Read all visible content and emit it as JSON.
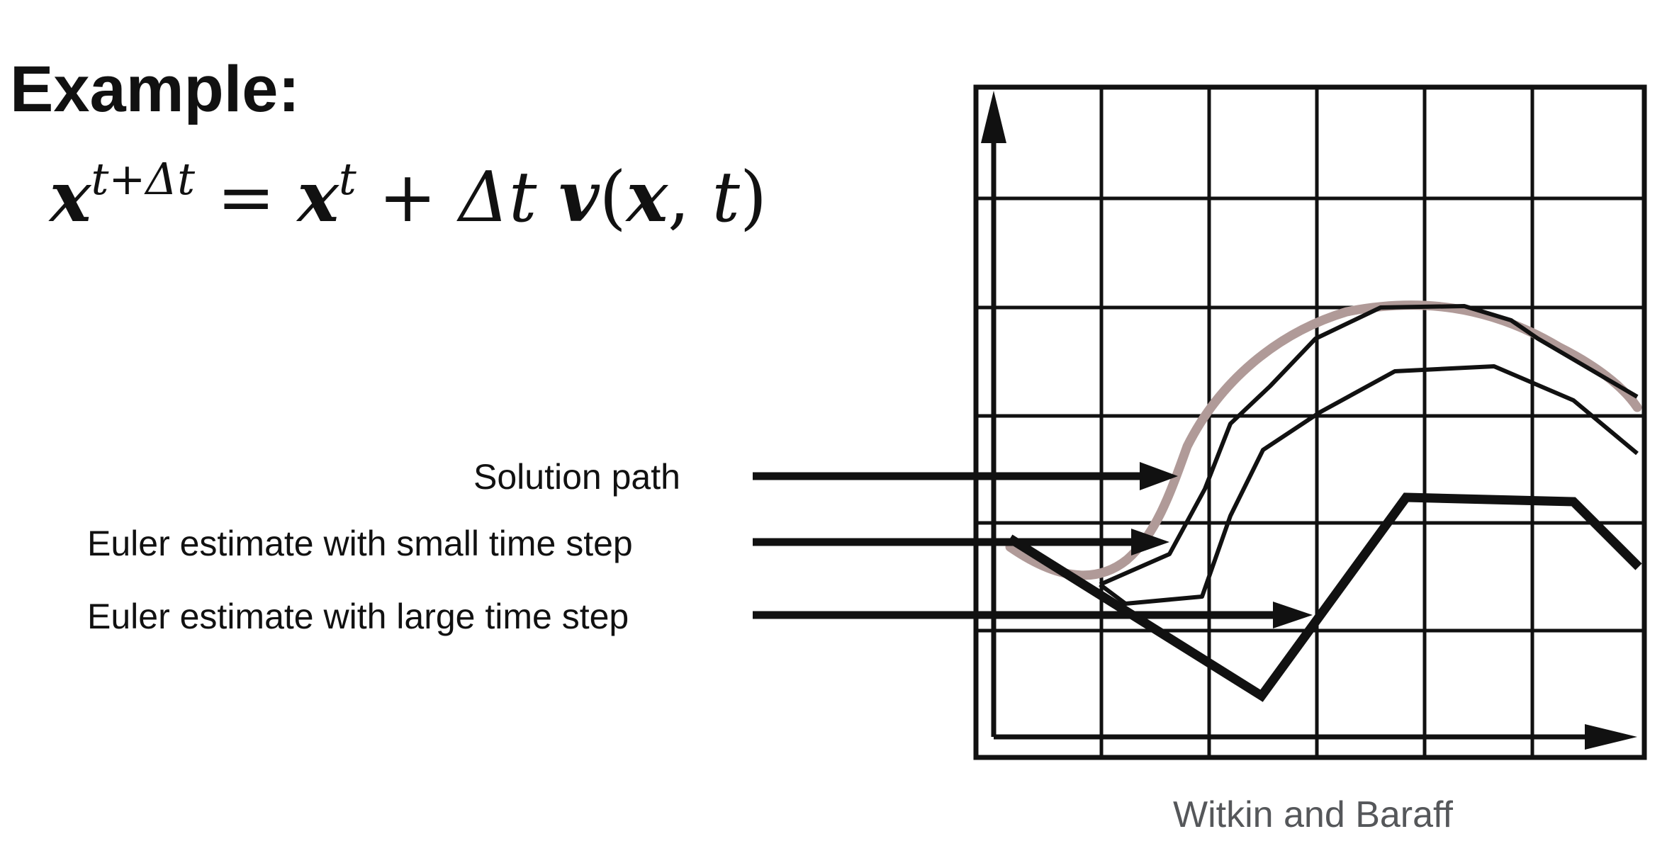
{
  "heading": "Example:",
  "formula": {
    "lhs_var": "x",
    "lhs_sup": "t+Δt",
    "equals": "=",
    "rhs_var": "x",
    "rhs_sup": "t",
    "plus": "+",
    "delta_t": "Δt",
    "func": "v",
    "args_open": "(",
    "arg1": "x",
    "comma": ",",
    "arg2": "t",
    "args_close": ")"
  },
  "labels": {
    "solution": "Solution path",
    "small_step": "Euler estimate with small time step",
    "large_step": "Euler estimate with large time step"
  },
  "credit": "Witkin and Baraff",
  "colors": {
    "solution_path": "#b09a98",
    "ink": "#111111",
    "credit": "#55575a"
  }
}
